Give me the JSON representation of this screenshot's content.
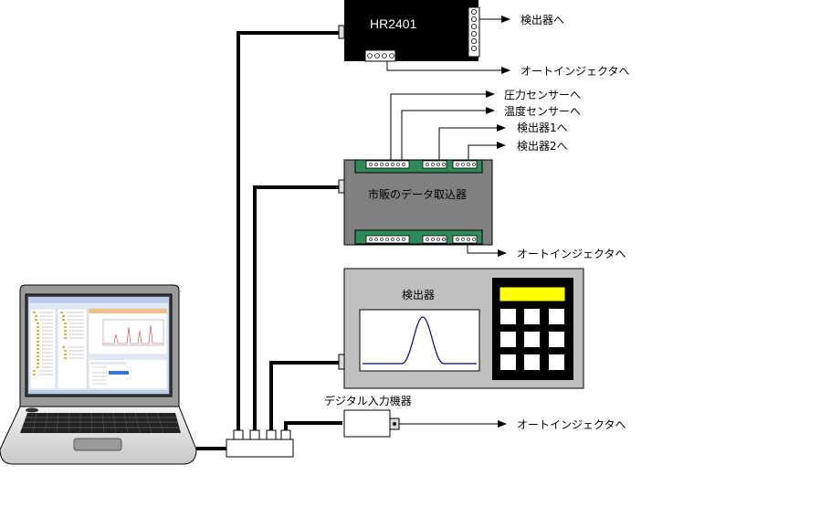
{
  "devices": {
    "hr2401": {
      "name": "HR2401",
      "out_top": "検出器へ",
      "out_bottom": "オートインジェクタへ"
    },
    "daq": {
      "name": "市販のデータ取込器",
      "inputs": [
        "圧力センサーへ",
        "温度センサーへ",
        "検出器1へ",
        "検出器2へ"
      ],
      "out_bottom": "オートインジェクタへ"
    },
    "detector": {
      "name": "検出器"
    },
    "digital": {
      "name": "デジタル入力機器",
      "out": "オートインジェクタへ"
    }
  },
  "colors": {
    "hr2401_body": "#000000",
    "daq_body": "#808080",
    "daq_terminal": "#2e8b57",
    "detector_body": "#c0c0c0",
    "display": "#ffff00",
    "peak_line": "#00008b"
  },
  "icons": [
    "laptop-icon",
    "usb-hub-icon",
    "arrow-right-icon"
  ]
}
